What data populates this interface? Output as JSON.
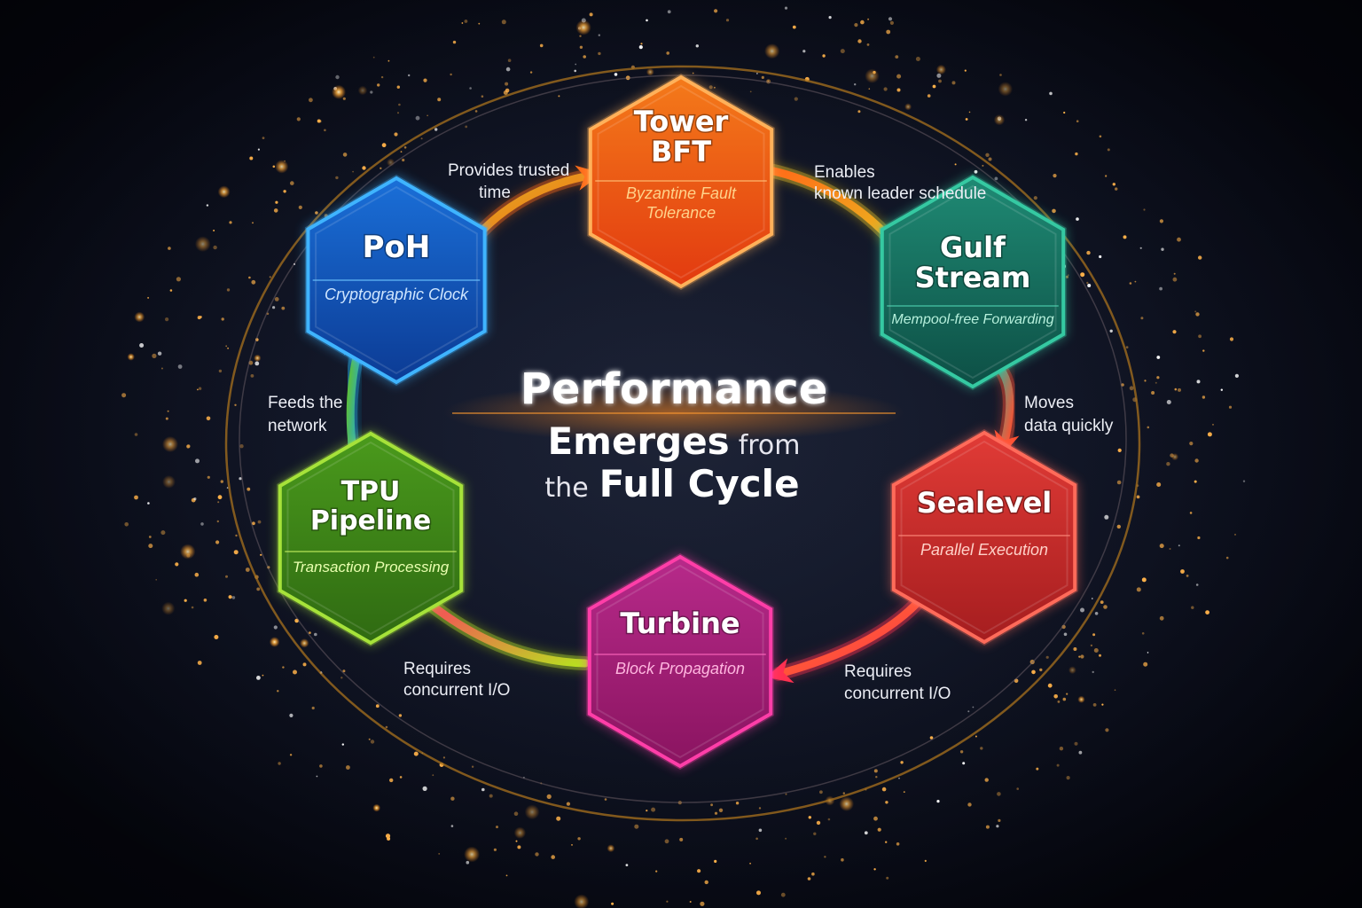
{
  "center": {
    "line1": "Performance",
    "line2_main": "Emerges",
    "line2_tail": "from",
    "line3_head": "the",
    "line3_main": "Full Cycle"
  },
  "nodes": [
    {
      "id": "tower",
      "title_lines": [
        "Tower",
        "BFT"
      ],
      "subtitle_lines": [
        "Byzantine Fault",
        "Tolerance"
      ],
      "colors": {
        "top": "#f47a1a",
        "bottom": "#e23a10",
        "edge": "#ffb15a",
        "sub": "#ffd28a",
        "divider": "#ffc27a"
      }
    },
    {
      "id": "gulf",
      "title_lines": [
        "Gulf",
        "Stream"
      ],
      "subtitle_lines": [
        "Mempool-free Forwarding"
      ],
      "colors": {
        "top": "#1f8a74",
        "bottom": "#0d4f45",
        "edge": "#35c9a2",
        "sub": "#b6f0dc",
        "divider": "#4fd3b0"
      }
    },
    {
      "id": "sealevel",
      "title_lines": [
        "Sealevel"
      ],
      "subtitle_lines": [
        "Parallel Execution"
      ],
      "colors": {
        "top": "#e13b36",
        "bottom": "#a51d1f",
        "edge": "#ff6b5a",
        "sub": "#ffd1c8",
        "divider": "#ff8c7c"
      }
    },
    {
      "id": "turbine",
      "title_lines": [
        "Turbine"
      ],
      "subtitle_lines": [
        "Block Propagation"
      ],
      "colors": {
        "top": "#b72a8a",
        "bottom": "#8a1460",
        "edge": "#ff3ea8",
        "sub": "#ffb6df",
        "divider": "#ff66bd"
      }
    },
    {
      "id": "tpu",
      "title_lines": [
        "TPU",
        "Pipeline"
      ],
      "subtitle_lines": [
        "Transaction Processing"
      ],
      "colors": {
        "top": "#4a9a1c",
        "bottom": "#2f6a12",
        "edge": "#a6e23a",
        "sub": "#eaffb0",
        "divider": "#c6f060"
      }
    },
    {
      "id": "poh",
      "title_lines": [
        "PoH"
      ],
      "subtitle_lines": [
        "Cryptographic Clock"
      ],
      "colors": {
        "top": "#1a6fd8",
        "bottom": "#0c3b94",
        "edge": "#3fb4ff",
        "sub": "#cfe6ff",
        "divider": "#6ec6ff"
      }
    }
  ],
  "edges": [
    {
      "from": "poh",
      "to": "tower",
      "label_lines": [
        "Provides trusted",
        "time"
      ],
      "gradient": [
        "#d8b020",
        "#ff6a18"
      ]
    },
    {
      "from": "tower",
      "to": "gulf",
      "label_lines": [
        "Enables",
        "known leader schedule"
      ],
      "gradient": [
        "#ff6a18",
        "#e8c020"
      ]
    },
    {
      "from": "gulf",
      "to": "sealevel",
      "label_lines": [
        "Moves",
        "data quickly"
      ],
      "gradient": [
        "#20b8a0",
        "#ff5030"
      ]
    },
    {
      "from": "sealevel",
      "to": "turbine",
      "label_lines": [
        "Requires",
        "concurrent I/O"
      ],
      "gradient": [
        "#ff7a20",
        "#ff3050"
      ]
    },
    {
      "from": "turbine",
      "to": "tpu",
      "label_lines": [
        "Requires",
        "concurrent I/O"
      ],
      "gradient": [
        "#ff3860",
        "#b8e020"
      ]
    },
    {
      "from": "tpu",
      "to": "poh",
      "label_lines": [
        "Feeds the",
        "network"
      ],
      "gradient": [
        "#60c030",
        "#20a8e0"
      ]
    }
  ]
}
